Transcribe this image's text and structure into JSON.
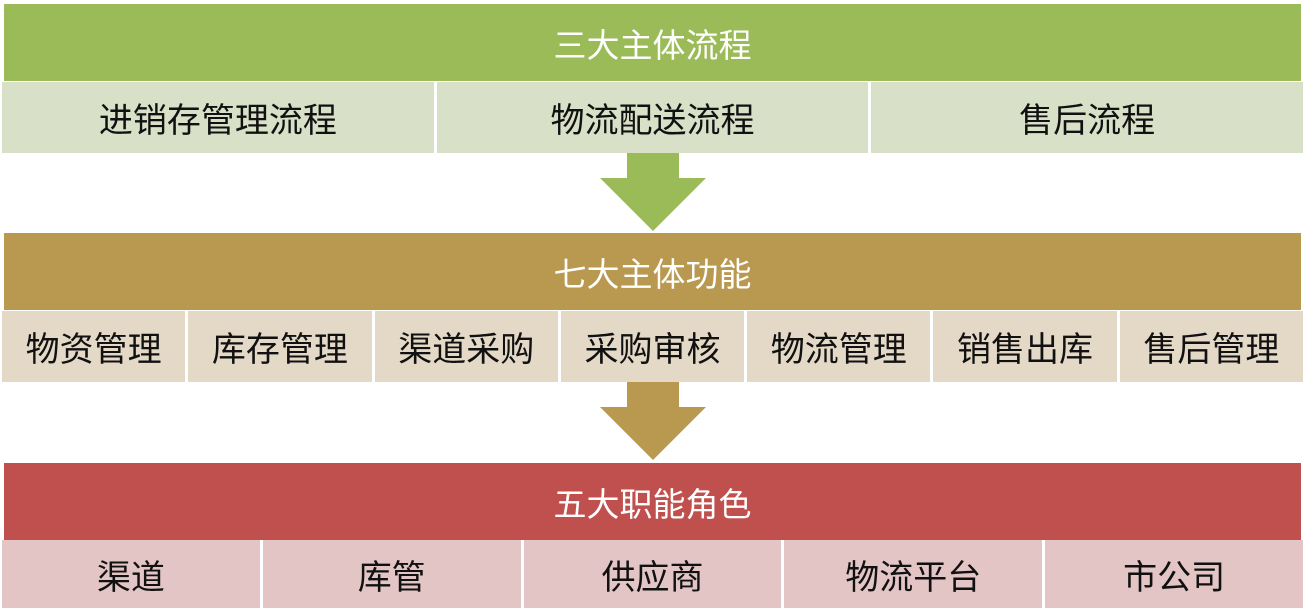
{
  "levels": [
    {
      "title": "三大主体流程",
      "color": "#9bbb59",
      "cell_color": "#d8e0c7",
      "items": [
        "进销存管理流程",
        "物流配送流程",
        "售后流程"
      ]
    },
    {
      "title": "七大主体功能",
      "color": "#b9984f",
      "cell_color": "#e4d9c7",
      "items": [
        "物资管理",
        "库存管理",
        "渠道采购",
        "采购审核",
        "物流管理",
        "销售出库",
        "售后管理"
      ]
    },
    {
      "title": "五大职能角色",
      "color": "#c0504d",
      "cell_color": "#e4c5c5",
      "items": [
        "渠道",
        "库管",
        "供应商",
        "物流平台",
        "市公司"
      ]
    }
  ]
}
